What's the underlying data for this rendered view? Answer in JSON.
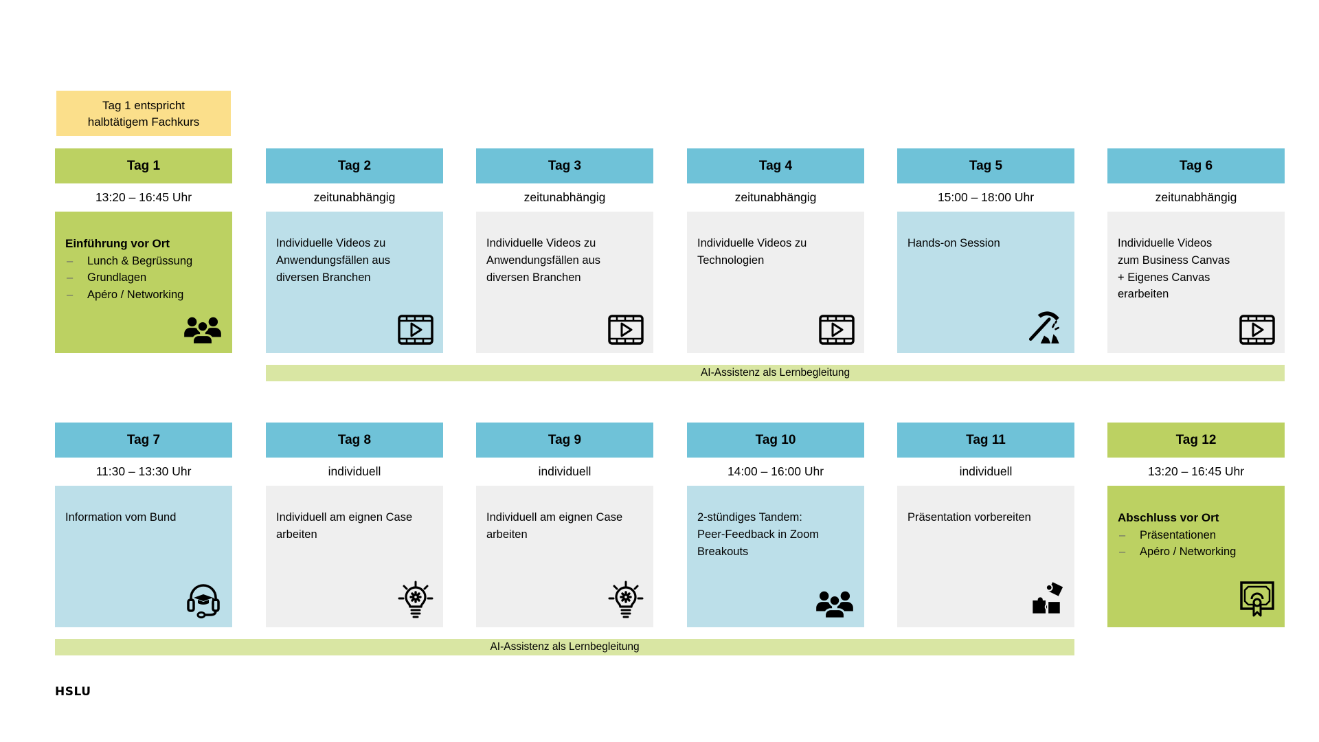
{
  "glyphs": {
    "dash": "–"
  },
  "note": {
    "text": "Tag 1 entspricht\nhalbtätigem Fachkurs"
  },
  "bars": [
    {
      "label": "AI-Assistenz als Lernbegleitung"
    },
    {
      "label": "AI-Assistenz als Lernbegleitung"
    }
  ],
  "footer": {
    "logo": "HSLU"
  },
  "colors": {
    "blue_header": "#6fc2d8",
    "light_blue_body": "#bcdfe9",
    "green": "#bcd162",
    "gray_body": "#efefef",
    "yellow_note": "#fbdf8b",
    "bar_green": "#d9e6a3"
  },
  "cards": [
    {
      "day": "Tag 1",
      "time": "13:20 – 16:45 Uhr",
      "title": "Einführung vor Ort",
      "bullets": [
        "Lunch & Begrüssung",
        "Grundlagen",
        "Apéro / Networking"
      ],
      "icon": "people-icon"
    },
    {
      "day": "Tag 2",
      "time": "zeitunabhängig",
      "text": "Individuelle Videos zu\nAnwendungsfällen aus\ndiversen Branchen",
      "icon": "video-icon"
    },
    {
      "day": "Tag 3",
      "time": "zeitunabhängig",
      "text": "Individuelle Videos zu\nAnwendungsfällen aus\ndiversen Branchen",
      "icon": "video-icon"
    },
    {
      "day": "Tag 4",
      "time": "zeitunabhängig",
      "text": "Individuelle Videos zu\nTechnologien",
      "icon": "video-icon"
    },
    {
      "day": "Tag 5",
      "time": "15:00 – 18:00 Uhr",
      "text": "Hands-on Session",
      "icon": "pickaxe-icon"
    },
    {
      "day": "Tag 6",
      "time": "zeitunabhängig",
      "text": "Individuelle Videos\nzum Business Canvas\n+ Eigenes Canvas\nerarbeiten",
      "icon": "video-icon"
    },
    {
      "day": "Tag 7",
      "time": "11:30 – 13:30 Uhr",
      "text": "Information vom Bund",
      "icon": "headset-education-icon"
    },
    {
      "day": "Tag 8",
      "time": "individuell",
      "text": "Individuell am eignen Case\narbeiten",
      "icon": "idea-gear-icon"
    },
    {
      "day": "Tag 9",
      "time": "individuell",
      "text": "Individuell am eignen Case\narbeiten",
      "icon": "idea-gear-icon"
    },
    {
      "day": "Tag 10",
      "time": "14:00 – 16:00 Uhr",
      "text": "2-stündiges Tandem:\nPeer-Feedback in Zoom\nBreakouts",
      "icon": "people-icon"
    },
    {
      "day": "Tag 11",
      "time": "individuell",
      "text": "Präsentation vorbereiten",
      "icon": "puzzle-icon"
    },
    {
      "day": "Tag 12",
      "time": "13:20 – 16:45 Uhr",
      "title": "Abschluss vor Ort",
      "bullets": [
        "Präsentationen",
        "Apéro / Networking"
      ],
      "icon": "certificate-icon"
    }
  ]
}
